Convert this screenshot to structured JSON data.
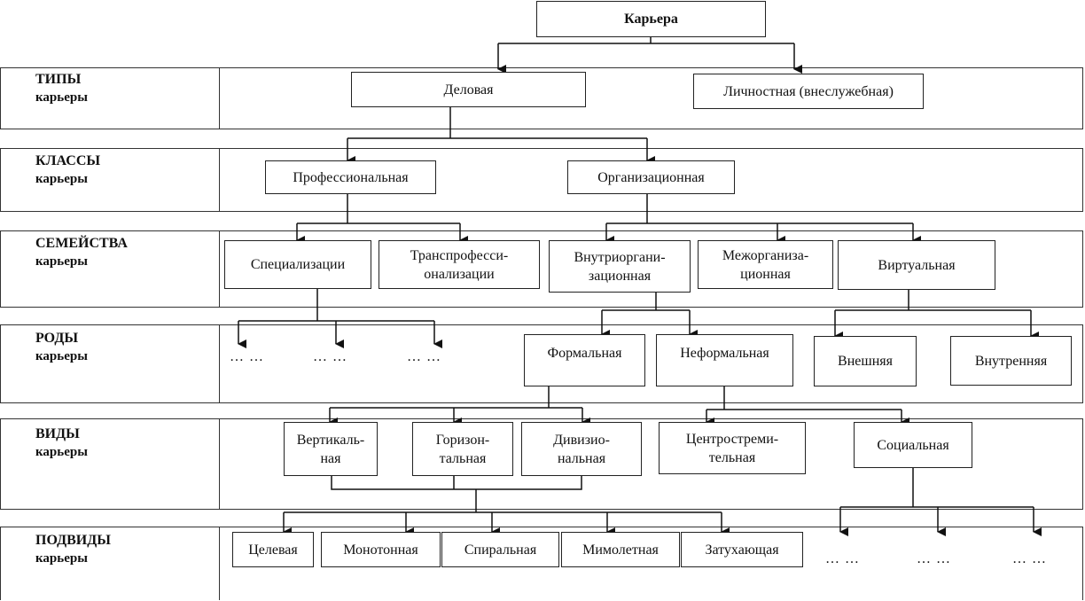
{
  "root": "Карьера",
  "rows": [
    {
      "title": "ТИПЫ",
      "subtitle": "карьеры"
    },
    {
      "title": "КЛАССЫ",
      "subtitle": "карьеры"
    },
    {
      "title": "СЕМЕЙСТВА",
      "subtitle": "карьеры"
    },
    {
      "title": "РОДЫ",
      "subtitle": "карьеры"
    },
    {
      "title": "ВИДЫ",
      "subtitle": "карьеры"
    },
    {
      "title": "ПОДВИДЫ",
      "subtitle": "карьеры"
    }
  ],
  "types": [
    "Деловая",
    "Личностная (внеслужебная)"
  ],
  "classes": [
    "Профессиональная",
    "Организационная"
  ],
  "families": [
    "Специализации",
    "Транспрофесси-\nонализации",
    "Внутриоргани-\nзационная",
    "Межорганиза-\nционная",
    "Виртуальная"
  ],
  "genera": [
    "Формальная",
    "Неформальная",
    "Внешняя",
    "Внутренняя"
  ],
  "kinds": [
    "Вертикаль-\nная",
    "Горизон-\nтальная",
    "Дивизио-\nнальная",
    "Центростреми-\nтельная",
    "Социальная"
  ],
  "subkinds": [
    "Целевая",
    "Монотонная",
    "Спиральная",
    "Мимолетная",
    "Затухающая"
  ],
  "ellipsis": [
    "… …",
    "…   …",
    "… …"
  ]
}
